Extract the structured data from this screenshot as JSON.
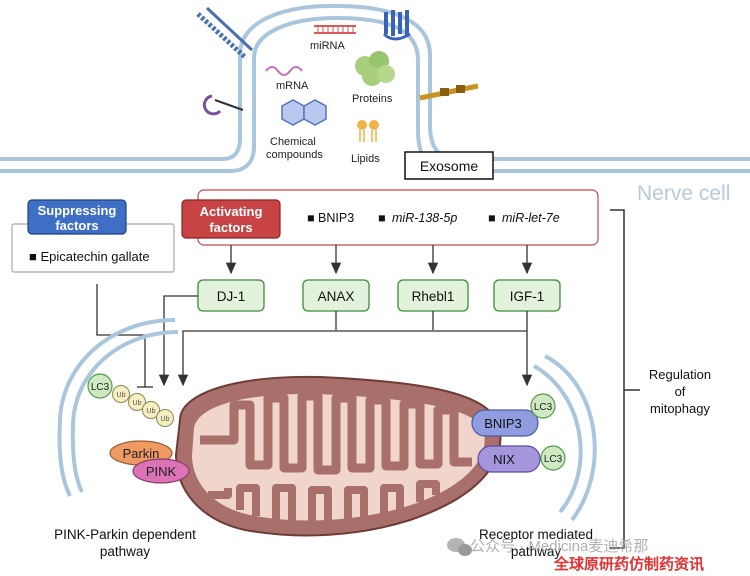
{
  "cell": {
    "label": "Nerve cell",
    "exosome_label": "Exosome",
    "cargo": {
      "mirna": "miRNA",
      "mrna": "mRNA",
      "proteins": "Proteins",
      "chemical": [
        "Chemical",
        "compounds"
      ],
      "lipids": "Lipids"
    }
  },
  "suppressing": {
    "title": [
      "Suppressing",
      "factors"
    ],
    "item": "■ Epicatechin gallate"
  },
  "activating": {
    "title": [
      "Activating",
      "factors"
    ],
    "items": [
      "■ BNIP3",
      "■",
      "miR-138-5p",
      "■",
      "miR-let-7e"
    ]
  },
  "targets": [
    "DJ-1",
    "ANAX",
    "Rhebl1",
    "IGF-1"
  ],
  "mito": {
    "lc3": "LC3",
    "ub": "Ub",
    "parkin": "Parkin",
    "pink": "PINK",
    "bnip3": "BNIP3",
    "nix": "NIX"
  },
  "regulation": [
    "Regulation",
    "of",
    "mitophagy"
  ],
  "pathways": {
    "left": [
      "PINK-Parkin dependent",
      "pathway"
    ],
    "right": [
      "Receptor mediated",
      "pathway"
    ]
  },
  "watermark": {
    "line1": "公众号 · Medicina麦迪希那",
    "line2": "全球原研药仿制药资讯"
  },
  "colors": {
    "membrane": "#a9c6dd",
    "suppress": "#3f6fc4",
    "activate": "#c84444",
    "target_fill": "#e2f2dc",
    "target_stroke": "#3e8a3c",
    "mito_fill": "#a9706b",
    "mito_inner": "#f0d5cc",
    "lc3_fill": "#cfe9c2",
    "ub_fill": "#f4eec0",
    "parkin_fill": "#ef9a62",
    "pink_fill": "#dc73b6",
    "bnip3_fill": "#8f9de0",
    "nix_fill": "#a596dc",
    "watermark_red": "#e23232"
  }
}
